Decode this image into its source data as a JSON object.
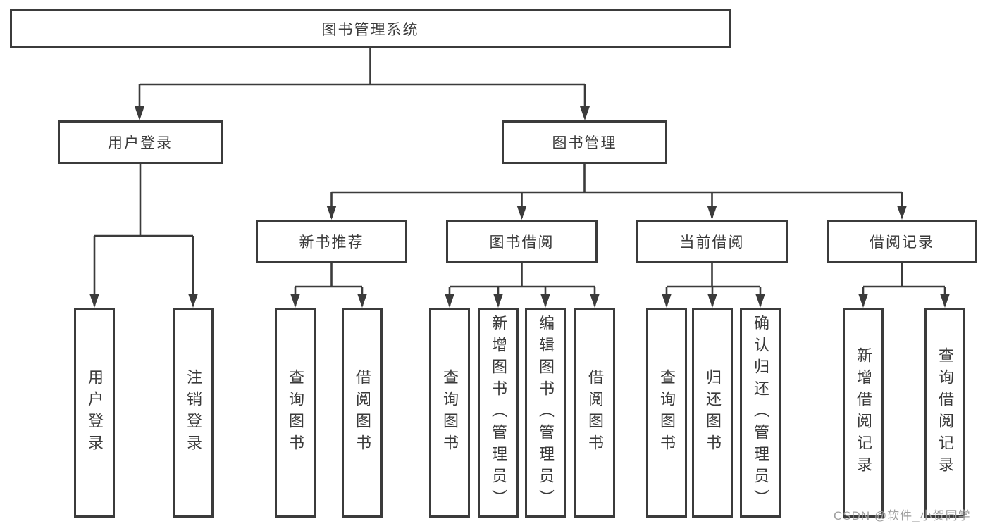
{
  "colors": {
    "line": "#3b3b3b",
    "box-border": "#3b3b3b",
    "text": "#3a3a3a",
    "watermark": "#9e9e9e",
    "background": "#ffffff"
  },
  "diagram": {
    "root": {
      "label": "图书管理系统"
    },
    "level2": [
      {
        "label": "用户登录"
      },
      {
        "label": "图书管理"
      }
    ],
    "level3": [
      {
        "label": "新书推荐"
      },
      {
        "label": "图书借阅"
      },
      {
        "label": "当前借阅"
      },
      {
        "label": "借阅记录"
      }
    ],
    "leaves": [
      {
        "label": "用户登录"
      },
      {
        "label": "注销登录"
      },
      {
        "label": "查询图书"
      },
      {
        "label": "借阅图书"
      },
      {
        "label": "查询图书"
      },
      {
        "label": "新增图书（管理员）"
      },
      {
        "label": "编辑图书（管理员）"
      },
      {
        "label": "借阅图书"
      },
      {
        "label": "查询图书"
      },
      {
        "label": "归还图书"
      },
      {
        "label": "确认归还（管理员）"
      },
      {
        "label": "新增借阅记录"
      },
      {
        "label": "查询借阅记录"
      }
    ]
  },
  "watermark": {
    "text": "CSDN @软件_小贺同学"
  }
}
